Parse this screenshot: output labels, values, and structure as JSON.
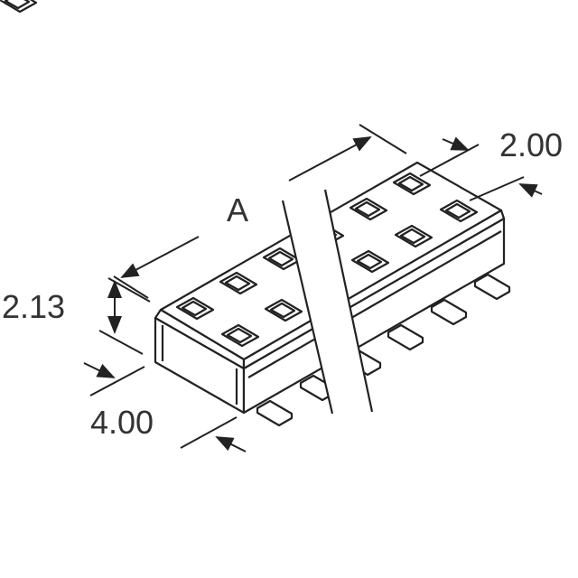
{
  "labels": {
    "dim_a": "A",
    "pitch": "2.00",
    "height": "2.13",
    "width": "4.00"
  },
  "colors": {
    "line": "#222222",
    "background": "#ffffff"
  }
}
